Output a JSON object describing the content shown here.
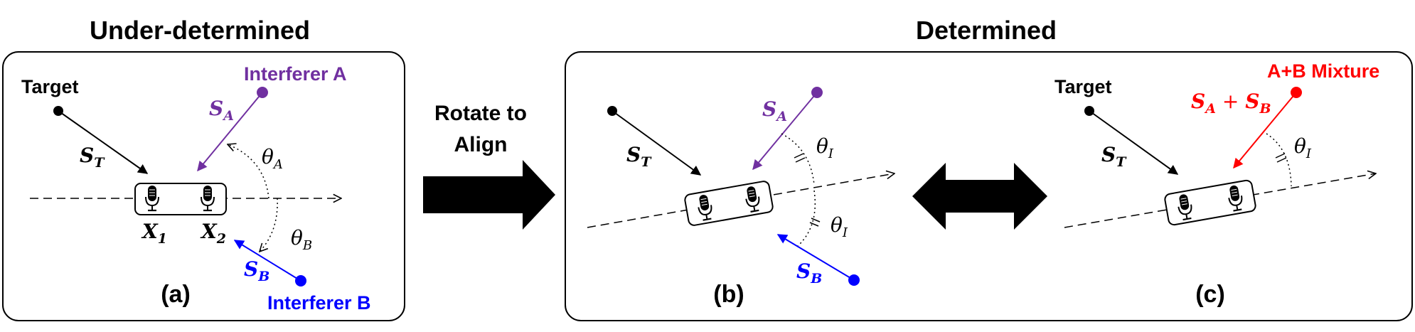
{
  "headings": {
    "left": "Under-determined",
    "right": "Determined"
  },
  "middle_arrow": {
    "line1": "Rotate to",
    "line2": "Align"
  },
  "panel_a": {
    "label": "(a)",
    "target_label": "Target",
    "interferer_a_label": "Interferer A",
    "interferer_b_label": "Interferer B",
    "s_t": {
      "main": "S",
      "sub": "T"
    },
    "s_a": {
      "main": "S",
      "sub": "A"
    },
    "s_b": {
      "main": "S",
      "sub": "B"
    },
    "theta_a": {
      "main": "θ",
      "sub": "A"
    },
    "theta_b": {
      "main": "θ",
      "sub": "B"
    },
    "x1": {
      "main": "X",
      "sub": "1"
    },
    "x2": {
      "main": "X",
      "sub": "2"
    }
  },
  "panel_b": {
    "label": "(b)",
    "s_t": {
      "main": "S",
      "sub": "T"
    },
    "s_a": {
      "main": "S",
      "sub": "A"
    },
    "s_b": {
      "main": "S",
      "sub": "B"
    },
    "theta_i_top": {
      "main": "θ",
      "sub": "I"
    },
    "theta_i_bottom": {
      "main": "θ",
      "sub": "I"
    }
  },
  "panel_c": {
    "label": "(c)",
    "target_label": "Target",
    "mixture_label": "A+B Mixture",
    "s_t": {
      "main": "S",
      "sub": "T"
    },
    "s_mix": {
      "a": "S",
      "a_sub": "A",
      "plus": " + ",
      "b": "S",
      "b_sub": "B"
    },
    "theta_i": {
      "main": "θ",
      "sub": "I"
    }
  },
  "colors": {
    "target": "#000000",
    "interferer_a": "#7030A0",
    "interferer_b": "#0000FF",
    "mixture": "#FF0000"
  },
  "icons": [
    "microphone-icon",
    "right-arrow-icon",
    "double-arrow-icon"
  ]
}
